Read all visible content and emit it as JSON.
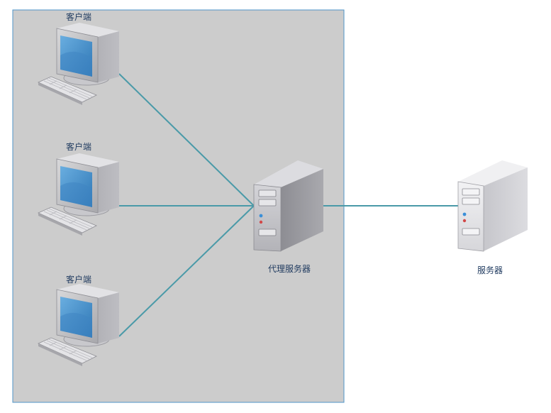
{
  "diagram": {
    "client_label": "客户端",
    "proxy_label": "代理服务器",
    "server_label": "服务器",
    "colors": {
      "group_fill": "#cccccc",
      "group_border": "#4f94c8",
      "connector": "#4a9aa8",
      "screen": "#4b8fc8",
      "label": "#1f3a5f"
    }
  }
}
